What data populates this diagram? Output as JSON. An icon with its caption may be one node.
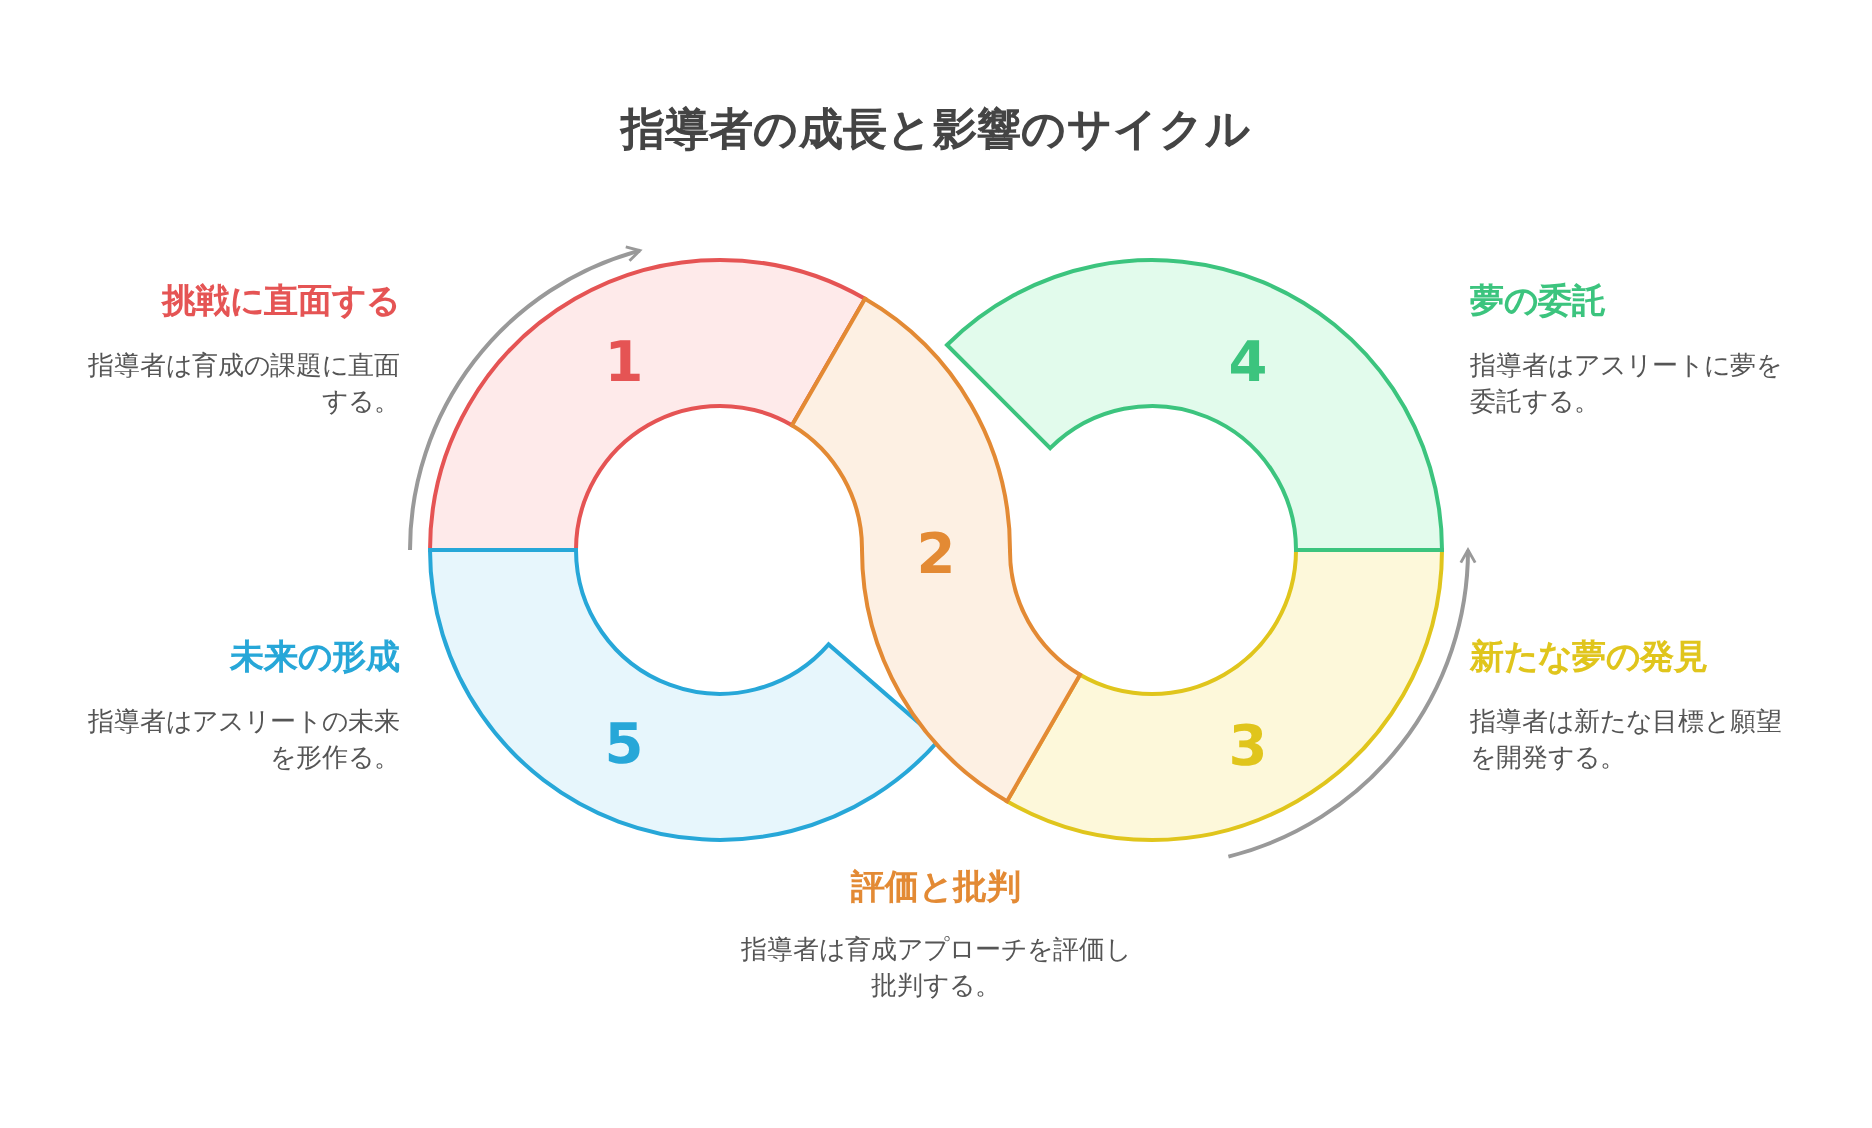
{
  "diagram": {
    "title": "指導者の成長と影響のサイクル",
    "nodes": [
      {
        "text": [
          "1"
        ],
        "beside": [
          "挑戦に直面する",
          "指導者は育成の課題に直面する。"
        ]
      },
      {
        "text": [
          "2"
        ],
        "beside": [
          "評価と批判",
          "指導者は育成アプローチを評価し批判する。"
        ]
      },
      {
        "text": [
          "3"
        ],
        "beside": [
          "新たな夢の発見",
          "指導者は新たな目標と願望を開発する。"
        ]
      },
      {
        "text": [
          "4"
        ],
        "beside": [
          "夢の委託",
          "指導者はアスリートに夢を委託する。"
        ]
      },
      {
        "text": [
          "5"
        ],
        "beside": [
          "未来の形成",
          "指導者はアスリートの未来を形作る。"
        ]
      }
    ]
  }
}
